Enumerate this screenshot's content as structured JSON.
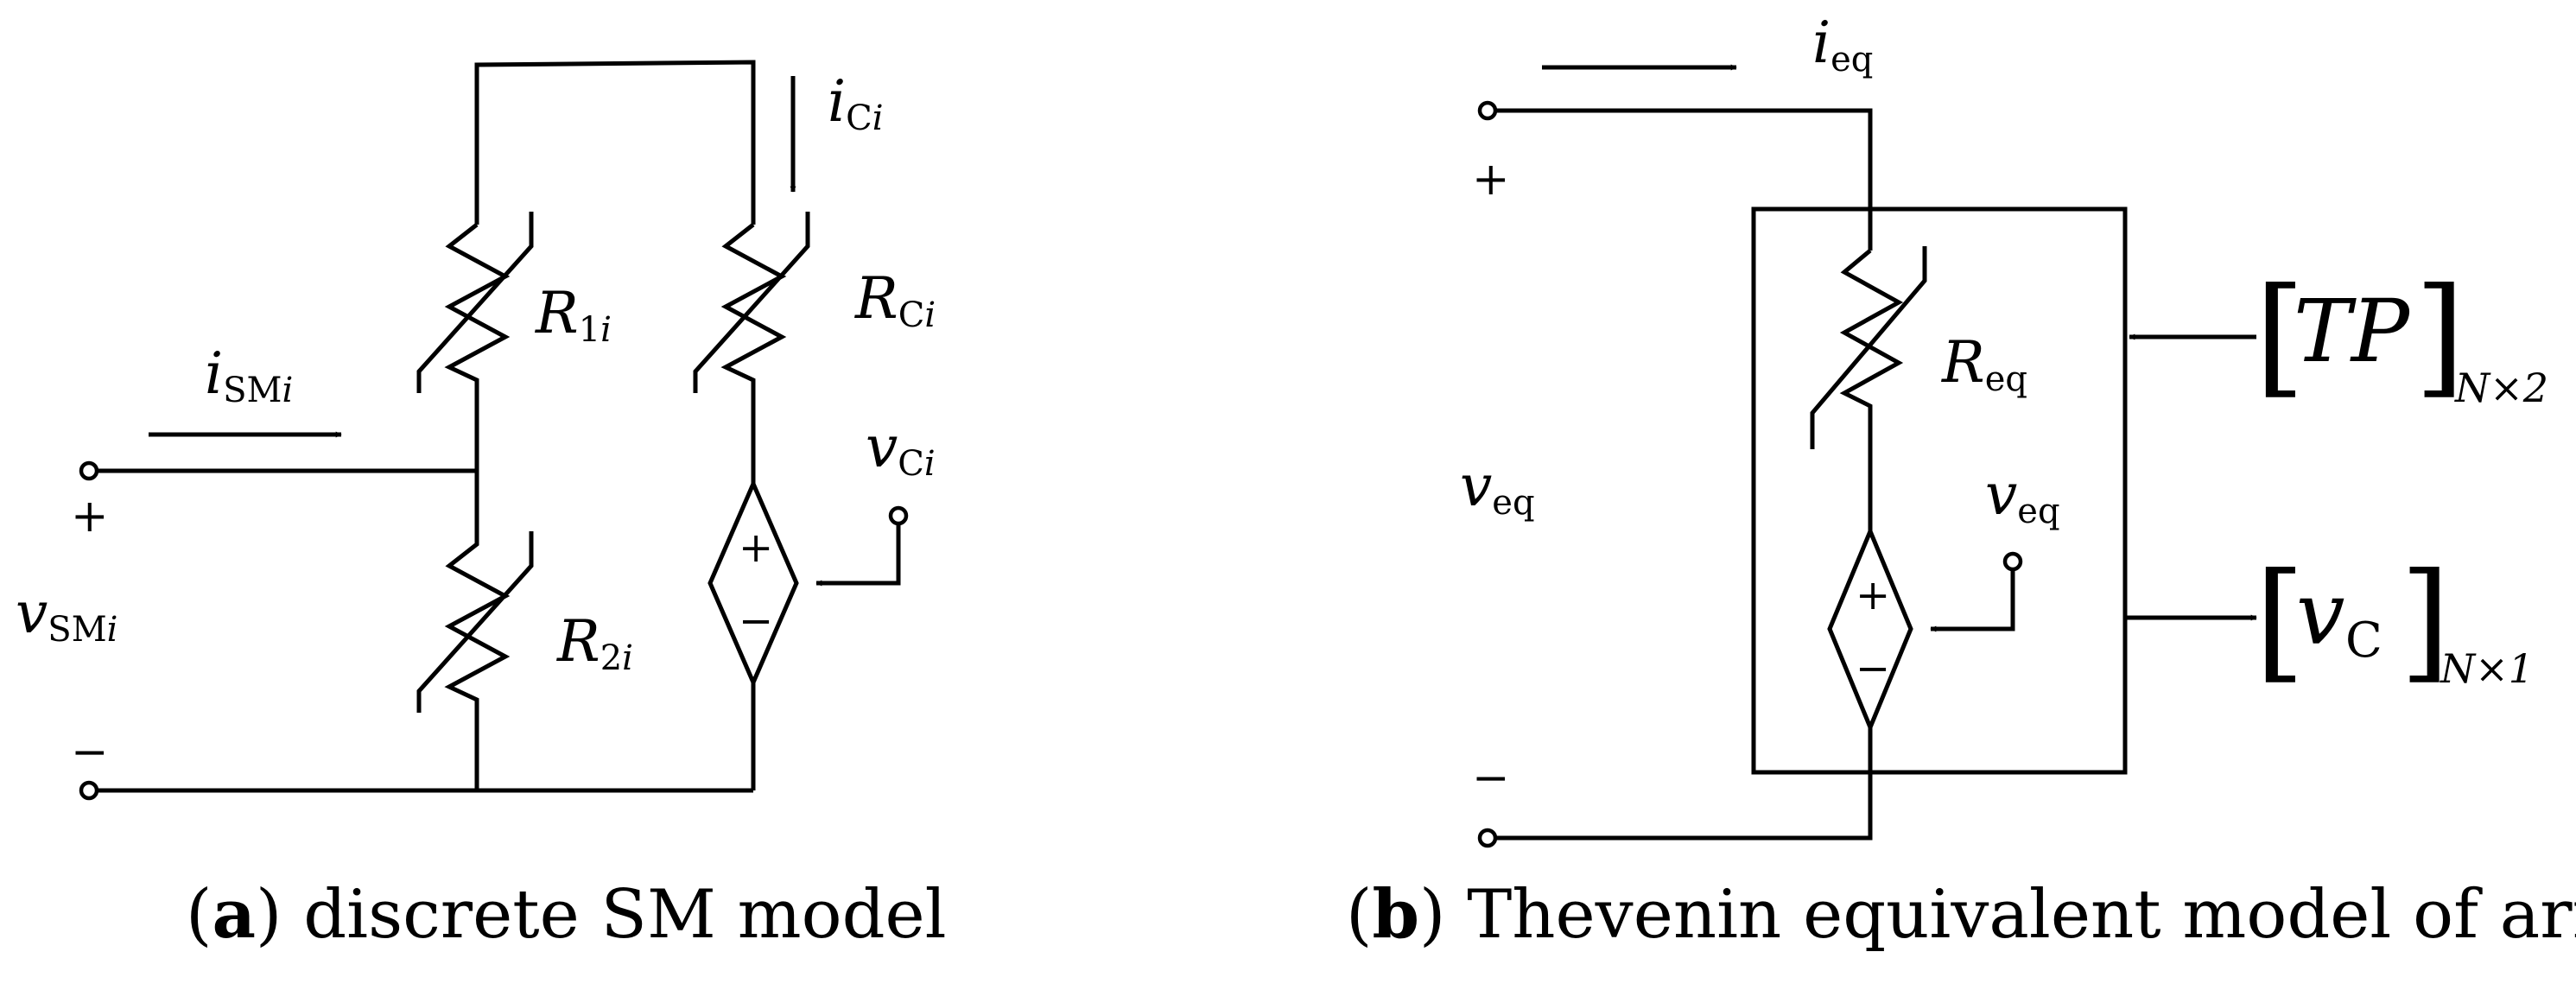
{
  "panel_a": {
    "caption_letter": "a",
    "caption_text": "discrete SM model",
    "labels": {
      "i_sm": {
        "main": "i",
        "sub": "SM",
        "sub_i": "i"
      },
      "i_c": {
        "main": "i",
        "sub": "C",
        "sub_i": "i"
      },
      "r1": {
        "main": "R",
        "sub": "1",
        "sub_i": "i"
      },
      "r2": {
        "main": "R",
        "sub": "2",
        "sub_i": "i"
      },
      "rc": {
        "main": "R",
        "sub": "C",
        "sub_i": "i"
      },
      "v_c": {
        "main": "v",
        "sub": "C",
        "sub_i": "i"
      },
      "v_sm": {
        "main": "v",
        "sub": "SM",
        "sub_i": "i"
      },
      "plus": "+",
      "minus": "−",
      "src_plus": "+",
      "src_minus": "−"
    }
  },
  "panel_b": {
    "caption_letter": "b",
    "caption_text": "Thevenin equivalent model of arm",
    "labels": {
      "i_eq": {
        "main": "i",
        "sub": "eq"
      },
      "r_eq": {
        "main": "R",
        "sub": "eq"
      },
      "v_eq_ctrl": {
        "main": "v",
        "sub": "eq"
      },
      "v_eq_port": {
        "main": "v",
        "sub": "eq"
      },
      "plus": "+",
      "minus": "−",
      "src_plus": "+",
      "src_minus": "−",
      "tp": {
        "left": "[",
        "body": "TP",
        "right": "]",
        "sub": "N×2"
      },
      "vc": {
        "left": "[",
        "main": "v",
        "sub": "C",
        "right": "]",
        "dim": "N×1"
      }
    }
  }
}
